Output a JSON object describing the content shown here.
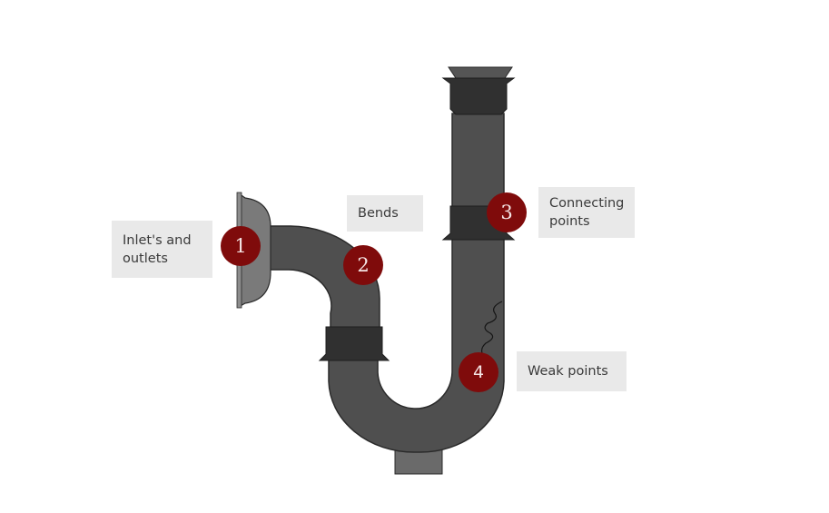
{
  "diagram": {
    "subject": "P-trap sink drain pipe",
    "colors": {
      "pipe": "#4f4f4f",
      "pipe_outline": "#2a2a2a",
      "coupling": "#303030",
      "flange": "#7a7a7a",
      "badge": "#7f0b0b",
      "label_bg": "#e9e9e9",
      "label_text": "#3a3a3a"
    },
    "callouts": [
      {
        "number": "1",
        "label": "Inlet's and outlets"
      },
      {
        "number": "2",
        "label": "Bends"
      },
      {
        "number": "3",
        "label": "Connecting points"
      },
      {
        "number": "4",
        "label": "Weak points"
      }
    ],
    "label_lines": {
      "c1": [
        "Inlet's and",
        "outlets"
      ],
      "c2": [
        "Bends"
      ],
      "c3": [
        "Connecting",
        "points"
      ],
      "c4": [
        "Weak points"
      ]
    }
  }
}
